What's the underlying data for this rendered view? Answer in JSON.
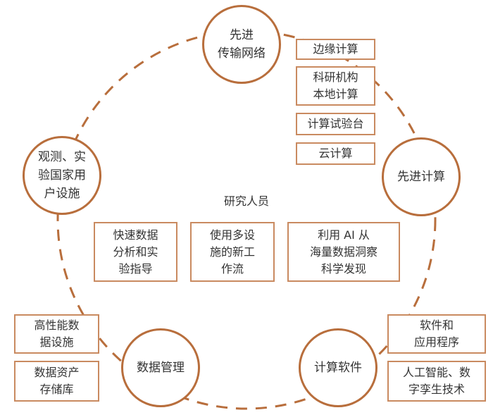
{
  "center": {
    "label": "研究人员"
  },
  "nodes": {
    "network": "先进\n传输网络",
    "compute": "先进计算",
    "software": "计算软件",
    "data": "数据管理",
    "facility": "观测、实\n验国家用\n户设施"
  },
  "network_boxes": {
    "edge": "边缘计算",
    "local": "科研机构\n本地计算",
    "testbed": "计算试验台",
    "cloud": "云计算"
  },
  "inner_boxes": {
    "fast_analysis": "快速数据\n分析和实\n验指导",
    "workflow": "使用多设\n施的新工\n作流",
    "ai_discovery": "利用 AI 从\n海量数据洞察\n科学发现"
  },
  "data_boxes": {
    "hpdf": "高性能数\n据设施",
    "repo": "数据资产\n存储库"
  },
  "software_boxes": {
    "apps": "软件和\n应用程序",
    "ai_twin": "人工智能、数\n字孪生技术"
  },
  "colors": {
    "ring": "#b86e3c",
    "box_border": "#c98a60",
    "text": "#333333"
  }
}
